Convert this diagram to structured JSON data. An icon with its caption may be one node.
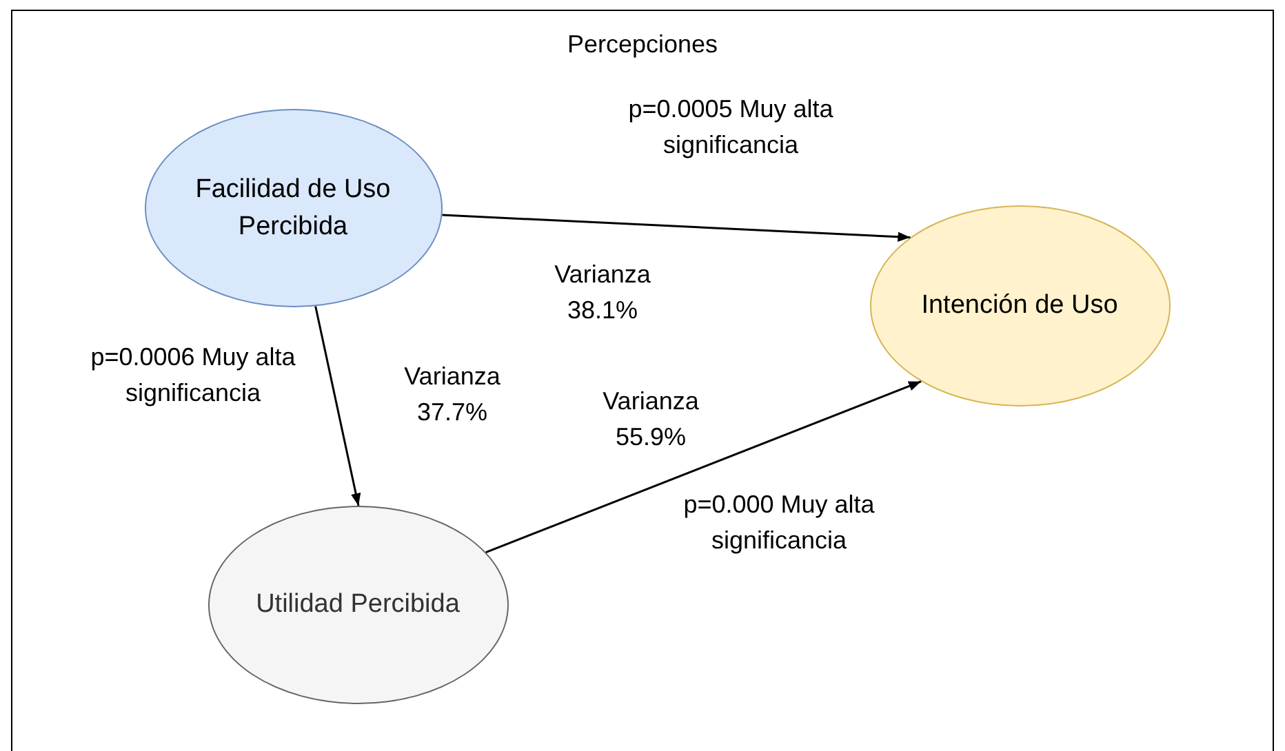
{
  "diagram": {
    "nodes": [
      {
        "text": [
          "Percepciones"
        ]
      },
      {
        "text": [
          "Facilidad de Uso Percibida"
        ],
        "in": 0
      },
      {
        "text": [
          "Intención de Uso"
        ],
        "in": 0
      },
      {
        "text": [
          "Utilidad Percibida"
        ],
        "in": 0
      }
    ],
    "edges": [
      {
        "from": 1,
        "to": 2,
        "arrow": "to"
      },
      {
        "from": 1,
        "to": 3,
        "arrow": "to"
      },
      {
        "from": 3,
        "to": 2,
        "arrow": "to"
      }
    ],
    "labels": [
      "p=0.0005 Muy alta significancia",
      "Varianza 38.1%",
      "p=0.0006 Muy alta significancia",
      "Varianza 37.7%",
      "Varianza 55.9%",
      "p=0.000 Muy alta significancia"
    ]
  }
}
